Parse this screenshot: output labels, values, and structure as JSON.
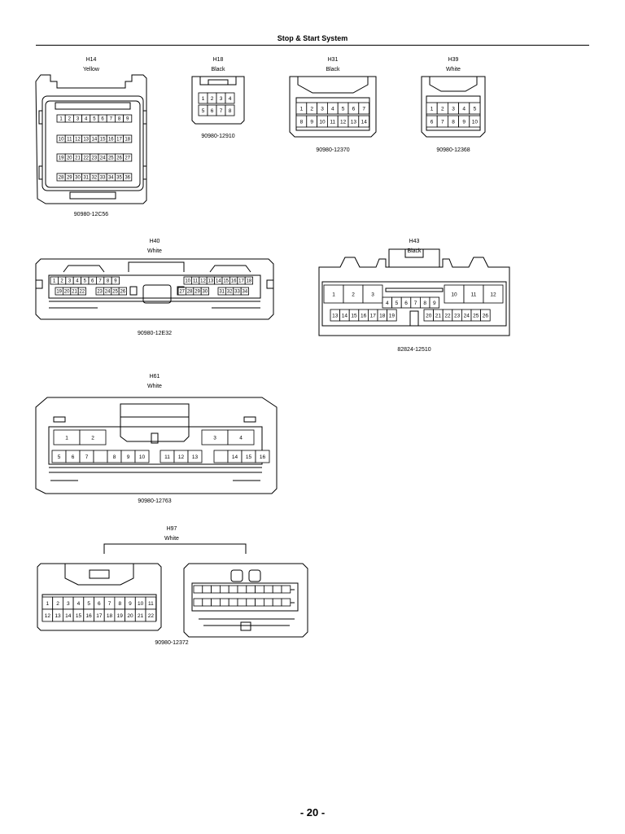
{
  "header": {
    "title": "Stop & Start System"
  },
  "page_number": "- 20 -",
  "connectors": [
    {
      "id": "H14",
      "color": "Yellow",
      "part": "90980-12C56"
    },
    {
      "id": "H18",
      "color": "Black",
      "part": "90980-12910"
    },
    {
      "id": "H31",
      "color": "Black",
      "part": "90980-12370"
    },
    {
      "id": "H39",
      "color": "White",
      "part": "90980-12368"
    },
    {
      "id": "H40",
      "color": "White",
      "part": "90980-12E32"
    },
    {
      "id": "H43",
      "color": "Black",
      "part": "82824-12510"
    },
    {
      "id": "H61",
      "color": "White",
      "part": "90980-12763"
    },
    {
      "id": "H97",
      "color": "White",
      "part": "90980-12372"
    }
  ]
}
